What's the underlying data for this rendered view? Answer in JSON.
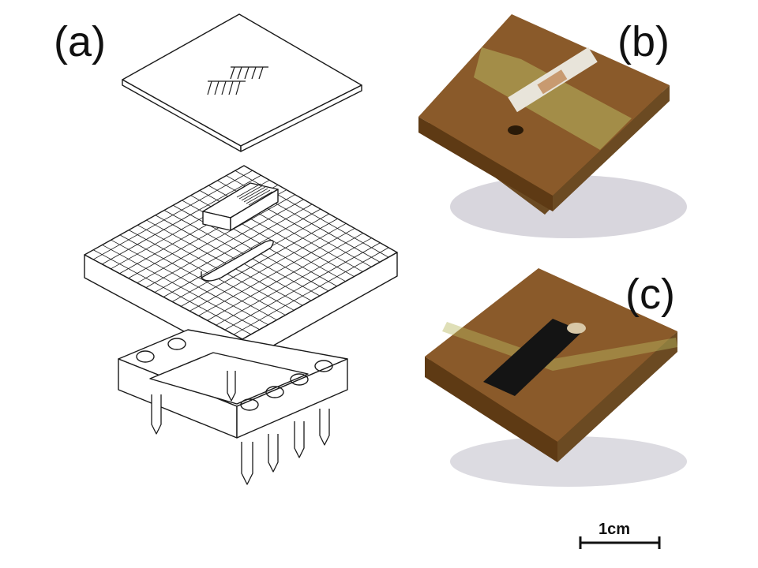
{
  "labels": {
    "panel_a": "(a)",
    "panel_b": "(b)",
    "panel_c": "(c)"
  },
  "scale_bar": {
    "label": "1cm"
  },
  "colors": {
    "line_art": "#1a1a1a",
    "pcb_brown": "#8a5a2a",
    "pcb_dark": "#5e3a14",
    "pcb_edge": "#6b4a22",
    "copper_trace": "#b8b860",
    "chip_black": "#141414",
    "shadow": "#a8a4b4"
  }
}
